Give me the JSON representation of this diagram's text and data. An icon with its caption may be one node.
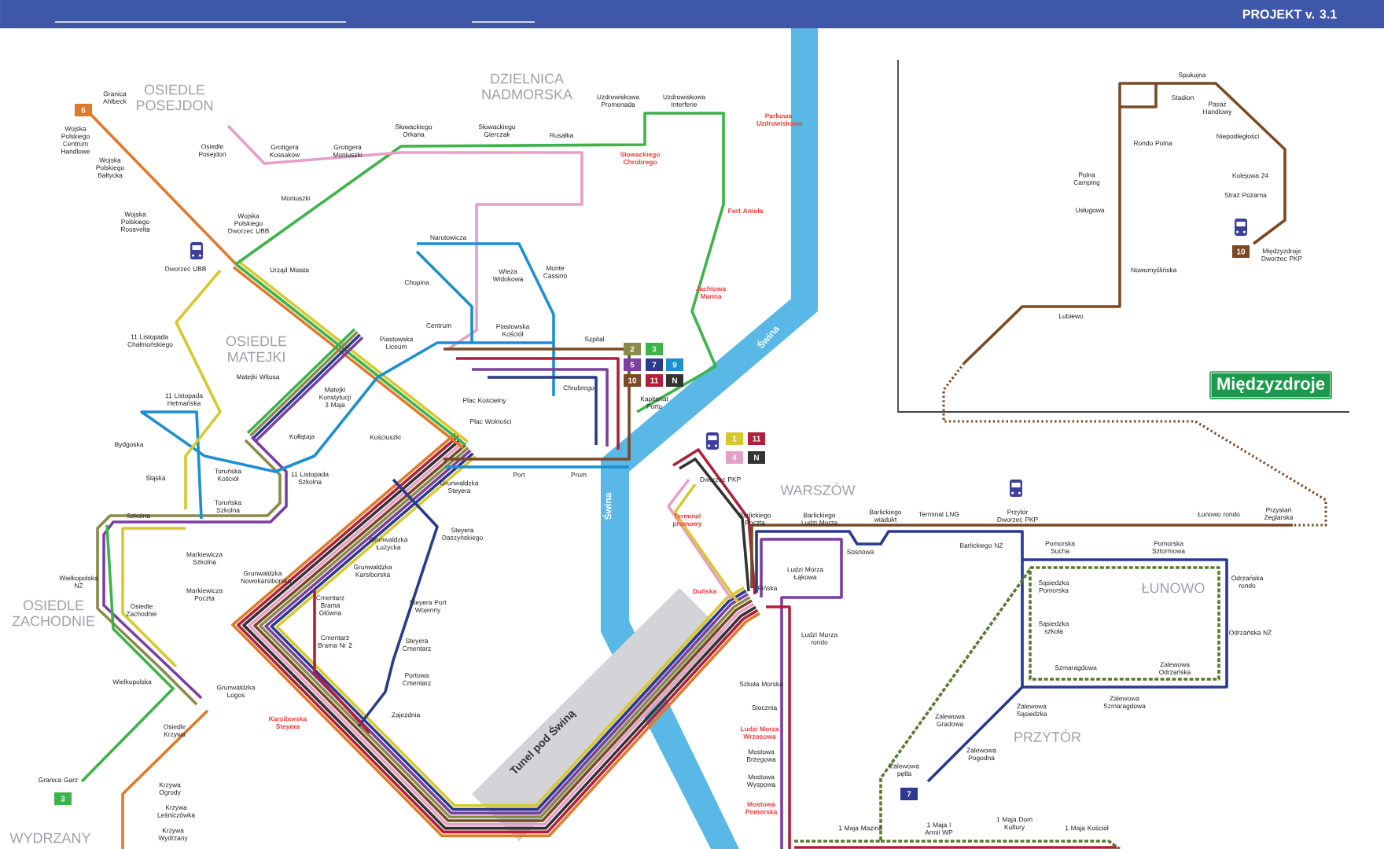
{
  "diagram": {
    "nodes": [
      {
        "text": [
          "6"
        ]
      },
      {
        "text": [
          "2"
        ]
      },
      {
        "text": [
          "3"
        ]
      },
      {
        "text": [
          "5"
        ]
      },
      {
        "text": [
          "7"
        ]
      },
      {
        "text": [
          "9"
        ]
      },
      {
        "text": [
          "10"
        ]
      },
      {
        "text": [
          "11"
        ]
      },
      {
        "text": [
          "N"
        ]
      },
      {
        "text": [
          "1"
        ]
      },
      {
        "text": [
          "11"
        ]
      },
      {
        "text": [
          "4"
        ]
      },
      {
        "text": [
          "N"
        ]
      },
      {
        "text": [
          "10"
        ]
      },
      {
        "text": [
          "3"
        ]
      },
      {
        "text": [
          "7"
        ]
      },
      {
        "text": [
          "Międzyzdroje"
        ]
      }
    ],
    "labels": [
      "PROJEKT v. 3.1",
      "OSIEDLE POSEJDON",
      "DZIELNICA NADMORSKA",
      "OSIEDLE MATEJKI",
      "OSIEDLE ZACHODNIE",
      "WARSZÓW",
      "ŁUNOWO",
      "PRZYTÓR",
      "WYDRZANY",
      "Świna",
      "Świna",
      "Tunel pod Świną",
      "Granica Ahlbeck",
      "Wojska Polskiego Centrum Handlowe",
      "Wojska Polskiego Bałtycka",
      "Wojska Polskiego Roosvelta",
      "Osiedle Posejdon",
      "Grottgera Kossaków",
      "Grottgera Moniuszki",
      "Słowackiego Orkana",
      "Słowackiego Gierczak",
      "Rusałka",
      "Uzdrowiskowa Promenada",
      "Uzdrowiskowa Interferie",
      "Parkowa Uzdrowiskowa",
      "Słowackiego Chrobrego",
      "Moniuszki",
      "Fort Anioła",
      "Wojska Polskiego Dworzec UBB",
      "Narutowicza",
      "Dworzec UBB",
      "Urząd Miasta",
      "Wieża Widokowa",
      "Monte Cassino",
      "Chopina",
      "Jachtowa Marina",
      "Centrum",
      "Piastowska Kościół",
      "Szpital",
      "Piastowska Liceum",
      "11 Listopada Chałmońskiego",
      "Matejki Witosa",
      "Chrobrego",
      "Matejki Konstytucji 3 Maja",
      "Kapitanat Portu",
      "11 Listopada Hetmańska",
      "Plac Kościelny",
      "Plac Wolności",
      "Kołłątaja",
      "Kościuszki",
      "Bydgoska",
      "Port",
      "Prom",
      "Dworzec PKP",
      "Śląska",
      "Toruńska Kościół",
      "11 Listopada Szkolna",
      "Grunwaldzka Steyera",
      "Toruńska Szkolna",
      "Szkolna",
      "Barlickiego Poczta",
      "Barlickiego Ludzi Morza",
      "Terminal promowy",
      "Barlickiego wiadukt",
      "Terminal LNG",
      "Przytór Dworzec PKP",
      "Łunowo rondo",
      "Przystań Żeglarska",
      "Steyera Daszyńskiego",
      "Grunwaldzka Łużycka",
      "Barlickiego NŻ",
      "Pomorska Sucha",
      "Pomorska Sztormowa",
      "Sosnowa",
      "Markiewicza Szkolna",
      "Grunwaldzka Karsiborska",
      "Ludzi Morza Łąkowa",
      "Grunwaldzka Nowokarsiborska",
      "Wielkopolska NŻ",
      "Markiewicza Poczta",
      "Duńska",
      "Fińska",
      "Sąsiedzka Pomorska",
      "Odrzańska rondo",
      "Cmentarz Brama Główna",
      "Steyera Port Wojenny",
      "Osiedle Zachodnie",
      "Sąsiedzka szkoła",
      "Odrzańska NŻ",
      "Ludzi Morza rondo",
      "Cmentarz Brama Nr 2",
      "Steyera Cmentarz",
      "Szmaragdowa",
      "Zalewowa Odrzańska",
      "Portowa Cmentarz",
      "Wielkopolska",
      "Szkoła Morska",
      "Grunwaldzka Logos",
      "Zalewowa Szmaragdowa",
      "Stocznia",
      "Zalewowa Sąsiedzka",
      "Zajezdnia",
      "Zalewowa Gradowa",
      "Karsiborska Steyera",
      "Osiedle Krzywa",
      "Ludzi Morza Wrzosowa",
      "Mostowa Brzegowa",
      "Zalewowa Pogodna",
      "Zalewowa pętla",
      "Granica Garz",
      "Mostowa Wyspowa",
      "Krzywa Ogrody",
      "Mostowa Pomorska",
      "Krzywa Leśniczówka",
      "1 Maja Mazina",
      "1 Maja I Armii WP",
      "1 Maja Dom Kultury",
      "1 Maja Kościół",
      "Krzywa Wydrzany",
      "Spokojna",
      "Stadion",
      "Pasaż Handlowy",
      "Niepodległości",
      "Rondo Polna",
      "Polna Camping",
      "Kolejowa 24",
      "Straż Pożarna",
      "Usługowa",
      "Międzyzdroje Dworzec PKP",
      "Nowomyślińska",
      "Lubiewo"
    ]
  }
}
